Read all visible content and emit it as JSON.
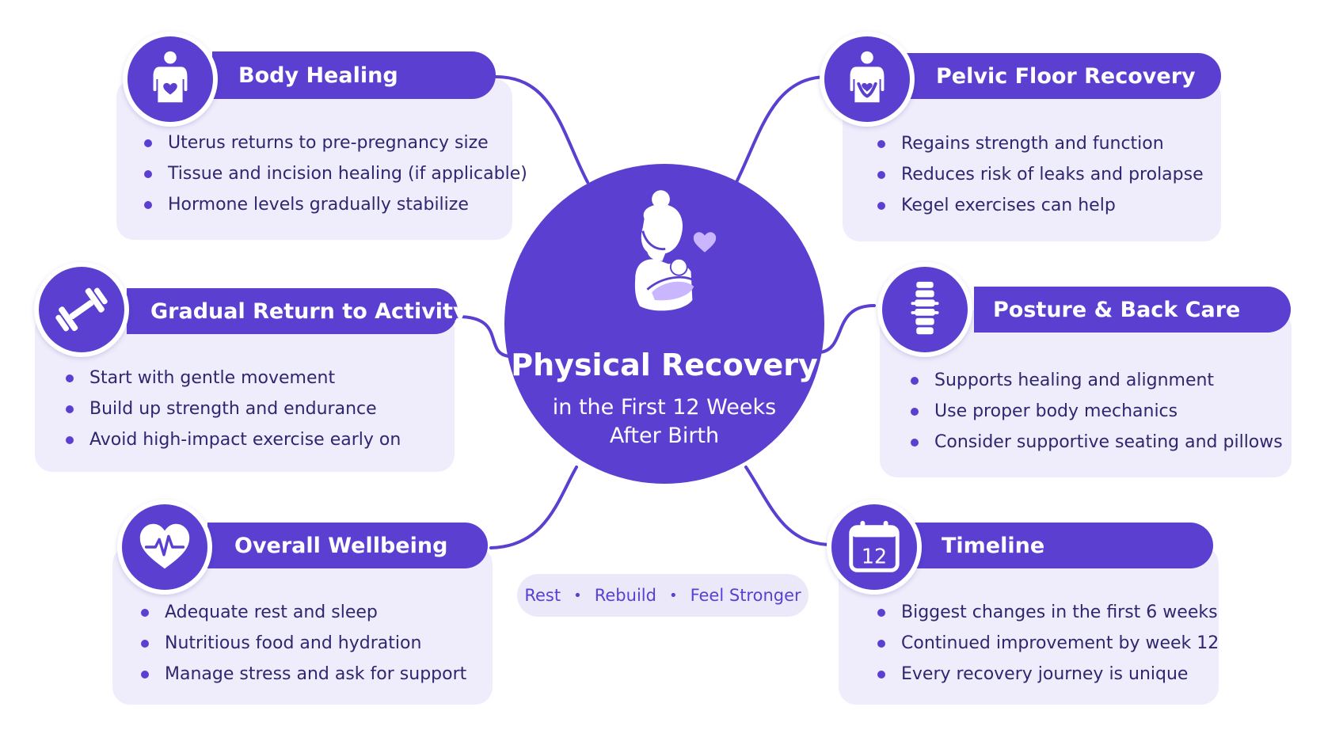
{
  "colors": {
    "primary": "#5a3fd1",
    "card": "#efedfb",
    "text": "#2e2770",
    "accent_heart": "#c9b6ff"
  },
  "center": {
    "title": "Physical Recovery",
    "subtitle_lines": [
      "in the First 12 Weeks",
      "After Birth"
    ],
    "icon": "mother-baby-icon"
  },
  "tagline": [
    "Rest",
    "Rebuild",
    "Feel Stronger"
  ],
  "cards": {
    "body_healing": {
      "title": "Body Healing",
      "icon": "body-heart-icon",
      "items": [
        "Uterus returns to pre-pregnancy size",
        "Tissue and incision healing (if applicable)",
        "Hormone levels gradually stabilize"
      ]
    },
    "pelvic_floor": {
      "title": "Pelvic Floor Recovery",
      "icon": "pelvis-icon",
      "items": [
        "Regains strength and function",
        "Reduces risk of leaks and prolapse",
        "Kegel exercises can help"
      ]
    },
    "activity": {
      "title": "Gradual Return to Activity",
      "icon": "dumbbell-icon",
      "items": [
        "Start with gentle movement",
        "Build up strength and endurance",
        "Avoid high-impact exercise early on"
      ]
    },
    "posture": {
      "title": "Posture & Back Care",
      "icon": "spine-icon",
      "items": [
        "Supports healing and alignment",
        "Use proper body mechanics",
        "Consider supportive seating and pillows"
      ]
    },
    "wellbeing": {
      "title": "Overall Wellbeing",
      "icon": "heartbeat-icon",
      "items": [
        "Adequate rest and sleep",
        "Nutritious food and hydration",
        "Manage stress and ask for support"
      ]
    },
    "timeline": {
      "title": "Timeline",
      "icon": "calendar-icon",
      "calendar_number": "12",
      "items": [
        "Biggest changes in the first 6 weeks",
        "Continued improvement by week 12",
        "Every recovery journey is unique"
      ]
    }
  }
}
